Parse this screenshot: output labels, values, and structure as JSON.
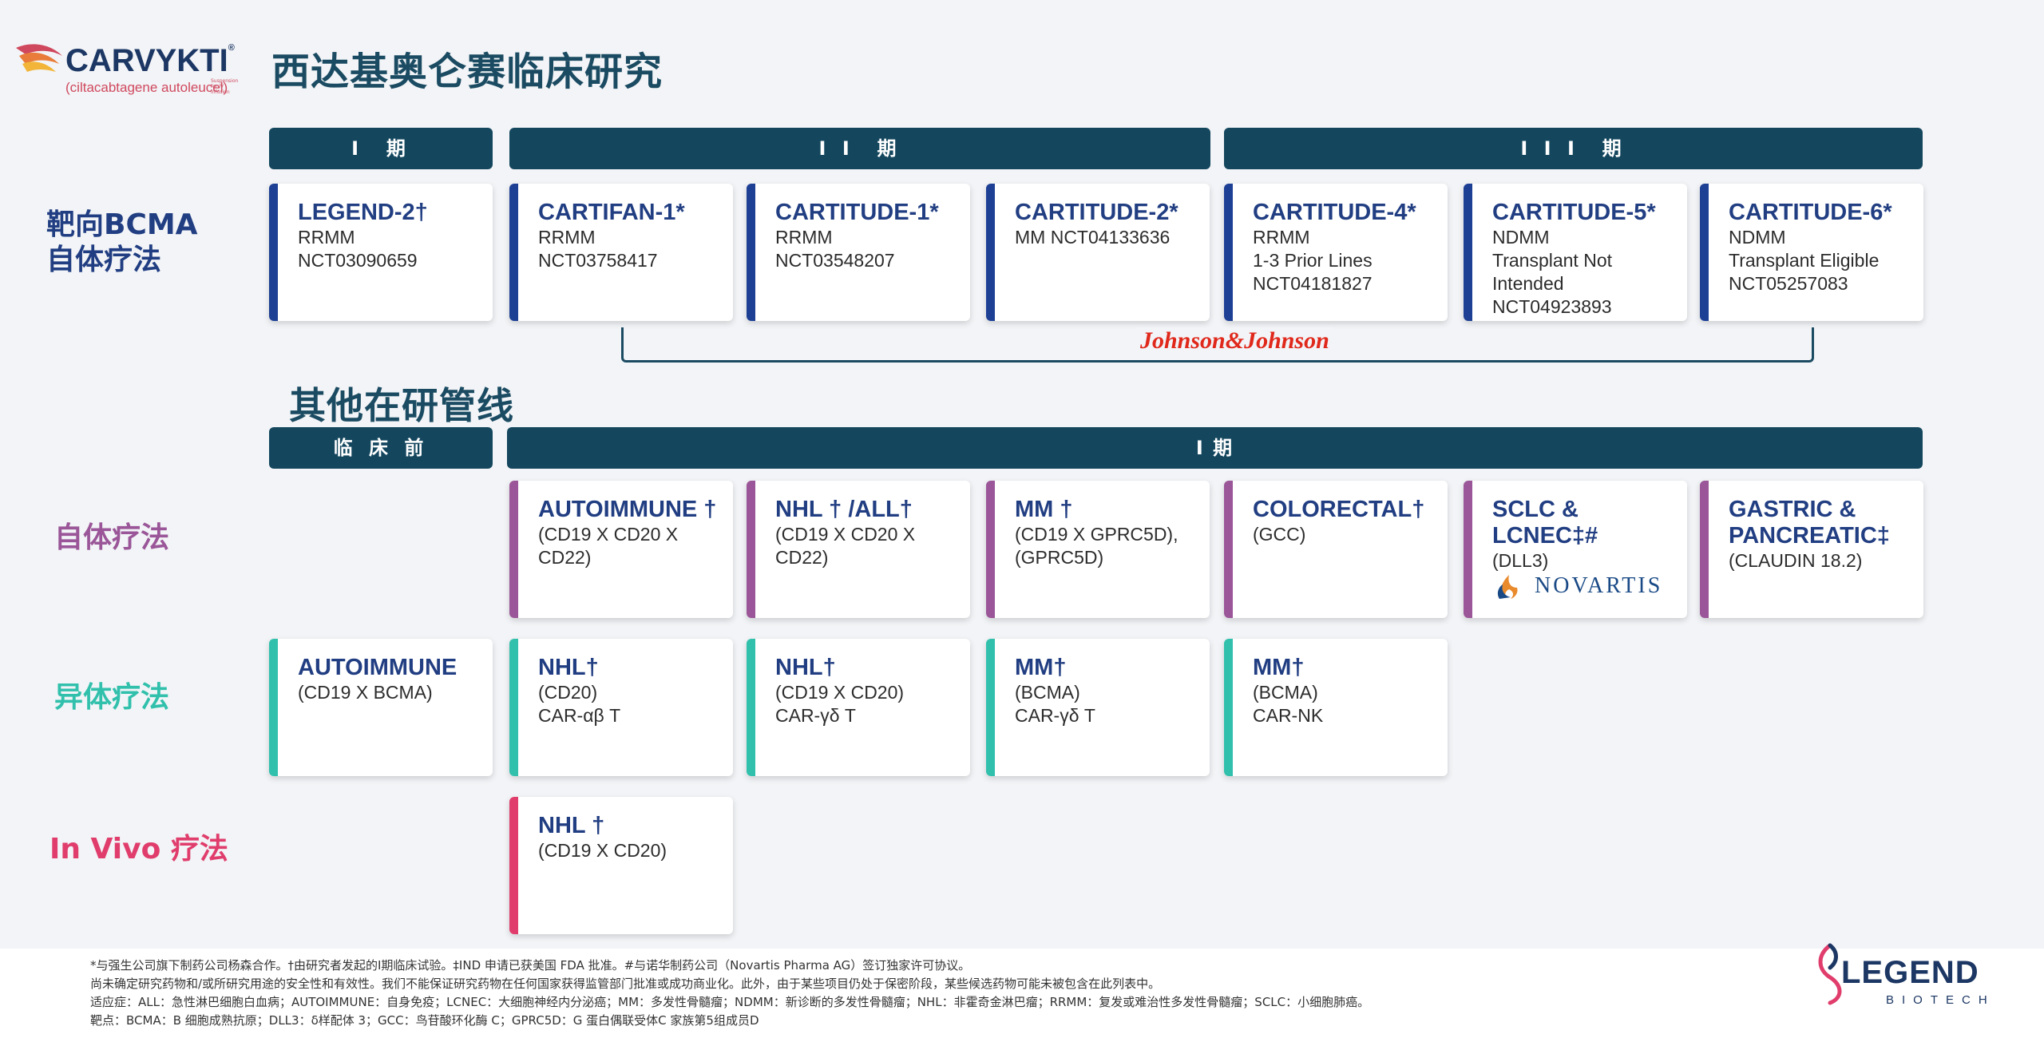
{
  "header": {
    "brand": "CARVYKTI",
    "brand_mark": "®",
    "brand_sub": "(ciltacabtagene autoleucel)",
    "brand_tiny": "Suspension for IV infusion",
    "title": "西达基奥仑赛临床研究"
  },
  "phases_top": [
    "I  期",
    "I I  期",
    "I I I  期"
  ],
  "row_bcma": "靶向BCMA\n自体疗法",
  "bcma_cards": [
    {
      "title": "LEGEND-2†",
      "detail": "RRMM\nNCT03090659"
    },
    {
      "title": "CARTIFAN-1*",
      "detail": "RRMM\nNCT03758417"
    },
    {
      "title": "CARTITUDE-1*",
      "detail": "RRMM\nNCT03548207"
    },
    {
      "title": "CARTITUDE-2*",
      "detail": "MM NCT04133636"
    },
    {
      "title": "CARTITUDE-4*",
      "detail": "RRMM\n1-3 Prior Lines\nNCT04181827"
    },
    {
      "title": "CARTITUDE-5*",
      "detail": "NDMM\nTransplant Not\nIntended\nNCT04923893"
    },
    {
      "title": "CARTITUDE-6*",
      "detail": "NDMM\nTransplant Eligible\nNCT05257083"
    }
  ],
  "partner_jnj": "Johnson&Johnson",
  "section2_title": "其他在研管线",
  "phases_bottom": [
    "临 床 前",
    "I 期"
  ],
  "row_auto": "自体疗法",
  "auto_cards": [
    {
      "title": "AUTOIMMUNE †",
      "detail": "(CD19 X CD20 X\nCD22)"
    },
    {
      "title": "NHL † /ALL†",
      "detail": "(CD19 X CD20 X\nCD22)"
    },
    {
      "title": "MM †",
      "detail": "(CD19 X GPRC5D),\n(GPRC5D)"
    },
    {
      "title": "COLORECTAL†",
      "detail": "(GCC)"
    },
    {
      "title": "SCLC & LCNEC‡#",
      "detail": "(DLL3)"
    },
    {
      "title": "GASTRIC &\nPANCREATIC‡",
      "detail": "(CLAUDIN 18.2)"
    }
  ],
  "partner_novartis": "NOVARTIS",
  "row_allo": "异体疗法",
  "allo_cards": [
    {
      "title": "AUTOIMMUNE",
      "detail": "(CD19 X BCMA)"
    },
    {
      "title": "NHL†",
      "detail": "(CD20)\nCAR-αβ T"
    },
    {
      "title": "NHL†",
      "detail": "(CD19 X CD20)\nCAR-γδ T"
    },
    {
      "title": "MM†",
      "detail": "(BCMA)\nCAR-γδ T"
    },
    {
      "title": "MM†",
      "detail": "(BCMA)\nCAR-NK"
    }
  ],
  "row_invivo": "In Vivo 疗法",
  "invivo_cards": [
    {
      "title": "NHL †",
      "detail": "(CD19 X CD20)"
    }
  ],
  "footer": {
    "line1": "*与强生公司旗下制药公司杨森合作。†由研究者发起的I期临床试验。‡IND 申请已获美国 FDA 批准。#与诺华制药公司（Novartis Pharma AG）签订独家许可协议。",
    "line2": "尚未确定研究药物和/或所研究用途的安全性和有效性。我们不能保证研究药物在任何国家获得监管部门批准或成功商业化。此外，由于某些项目仍处于保密阶段，某些候选药物可能未被包含在此列表中。",
    "line3": "适应症：ALL：急性淋巴细胞白血病；AUTOIMMUNE：自身免疫；LCNEC：大细胞神经内分泌癌；MM：多发性骨髓瘤；NDMM：新诊断的多发性骨髓瘤；NHL：非霍奇金淋巴瘤；RRMM：复发或难治性多发性骨髓瘤；SCLC：小细胞肺癌。",
    "line4": "靶点：BCMA：B 细胞成熟抗原；DLL3：δ样配体 3；GCC：鸟苷酸环化酶 C；GPRC5D：G 蛋白偶联受体C 家族第5组成员D"
  },
  "legend_logo": {
    "main": "LEGEND",
    "sub": "BIOTECH"
  },
  "colors": {
    "navy": "#14475e",
    "blue_bar": "#1d3f94",
    "purple_bar": "#9a5698",
    "teal_bar": "#31c0ac",
    "pink_bar": "#e03d6c",
    "row_blue": "#213e82",
    "row_purple": "#9a5698",
    "row_teal": "#31c0ac",
    "row_pink": "#e03d6c"
  }
}
